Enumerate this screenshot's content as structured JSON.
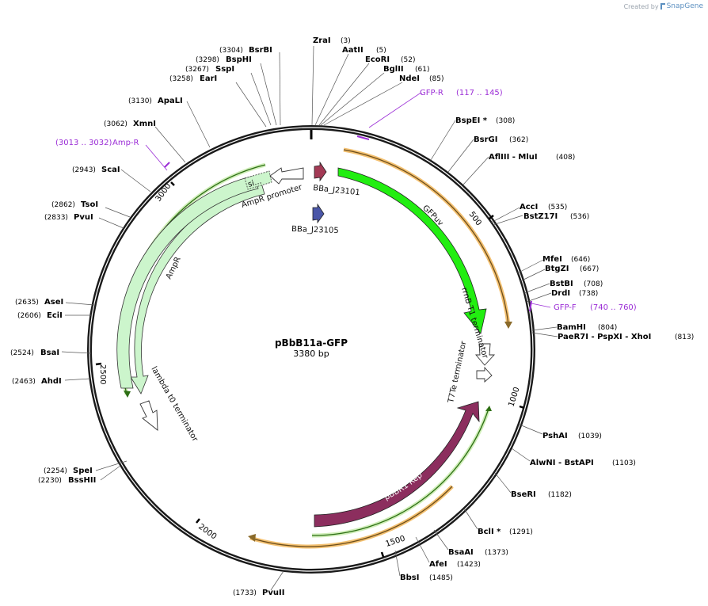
{
  "credit": {
    "created_by": "Created by",
    "brand": "SnapGene"
  },
  "plasmid": {
    "name": "pBbB11a-GFP",
    "length": "3380 bp"
  },
  "ticks": [
    "500",
    "1000",
    "1500",
    "2000",
    "2500",
    "3000"
  ],
  "sites": [
    {
      "name": "ZraI",
      "pos": "(3)"
    },
    {
      "name": "AatII",
      "pos": "(5)"
    },
    {
      "name": "EcoRI",
      "pos": "(52)"
    },
    {
      "name": "BglII",
      "pos": "(61)"
    },
    {
      "name": "NdeI",
      "pos": "(85)"
    },
    {
      "name": "BspEI *",
      "pos": "(308)"
    },
    {
      "name": "BsrGI",
      "pos": "(362)"
    },
    {
      "name": "AflIII  - MluI",
      "pos": "(408)"
    },
    {
      "name": "AccI",
      "pos": "(535)"
    },
    {
      "name": "BstZ17I",
      "pos": "(536)"
    },
    {
      "name": "MfeI",
      "pos": "(646)"
    },
    {
      "name": "BtgZI",
      "pos": "(667)"
    },
    {
      "name": "BstBI",
      "pos": "(708)"
    },
    {
      "name": "DrdI",
      "pos": "(738)"
    },
    {
      "name": "BamHI",
      "pos": "(804)"
    },
    {
      "name": "PaeR7I  - PspXI  - XhoI",
      "pos": "(813)"
    },
    {
      "name": "PshAI",
      "pos": "(1039)"
    },
    {
      "name": "AlwNI  - BstAPI",
      "pos": "(1103)"
    },
    {
      "name": "BseRI",
      "pos": "(1182)"
    },
    {
      "name": "BclI *",
      "pos": "(1291)"
    },
    {
      "name": "BsaAI",
      "pos": "(1373)"
    },
    {
      "name": "AfeI",
      "pos": "(1423)"
    },
    {
      "name": "BbsI",
      "pos": "(1485)"
    },
    {
      "name": "PvuII",
      "pos": "(1733)"
    },
    {
      "name": "BssHII",
      "pos": "(2230)"
    },
    {
      "name": "SpeI",
      "pos": "(2254)"
    },
    {
      "name": "AhdI",
      "pos": "(2463)"
    },
    {
      "name": "BsaI",
      "pos": "(2524)"
    },
    {
      "name": "EciI",
      "pos": "(2606)"
    },
    {
      "name": "AseI",
      "pos": "(2635)"
    },
    {
      "name": "PvuI",
      "pos": "(2833)"
    },
    {
      "name": "TsoI",
      "pos": "(2862)"
    },
    {
      "name": "ScaI",
      "pos": "(2943)"
    },
    {
      "name": "XmnI",
      "pos": "(3062)"
    },
    {
      "name": "ApaLI",
      "pos": "(3130)"
    },
    {
      "name": "EarI",
      "pos": "(3258)"
    },
    {
      "name": "SspI",
      "pos": "(3267)"
    },
    {
      "name": "BspHI",
      "pos": "(3298)"
    },
    {
      "name": "BsrBI",
      "pos": "(3304)"
    }
  ],
  "primers": [
    {
      "name": "GFP-R",
      "range": "(117 .. 145)"
    },
    {
      "name": "GFP-F",
      "range": "(740 .. 760)"
    },
    {
      "name": "Amp-R",
      "range": "(3013 .. 3032)"
    }
  ],
  "features": {
    "bba1": "BBa_J23101",
    "bba2": "BBa_J23105",
    "gfp": "GFPuv",
    "rrnb": "rrnB T1 terminator",
    "t7te": "T7Te terminator",
    "pbbr": "pBBR1 Rep",
    "ampr": "AmpR",
    "ampr_promoter": "AmpR promoter",
    "sig": "si...",
    "lambda": "lambda t0 terminator"
  },
  "colors": {
    "backbone": "#1a1a1a",
    "gfp": "#22ee11",
    "ampr": "#ccf5cc",
    "pbbr": "#8c2e5e",
    "promoter_red": "#a33a55",
    "promoter_blue": "#4a56a8",
    "primer": "#9b2dd6",
    "orf_orange": "#f3c070",
    "orf_green": "#7ec05a"
  }
}
